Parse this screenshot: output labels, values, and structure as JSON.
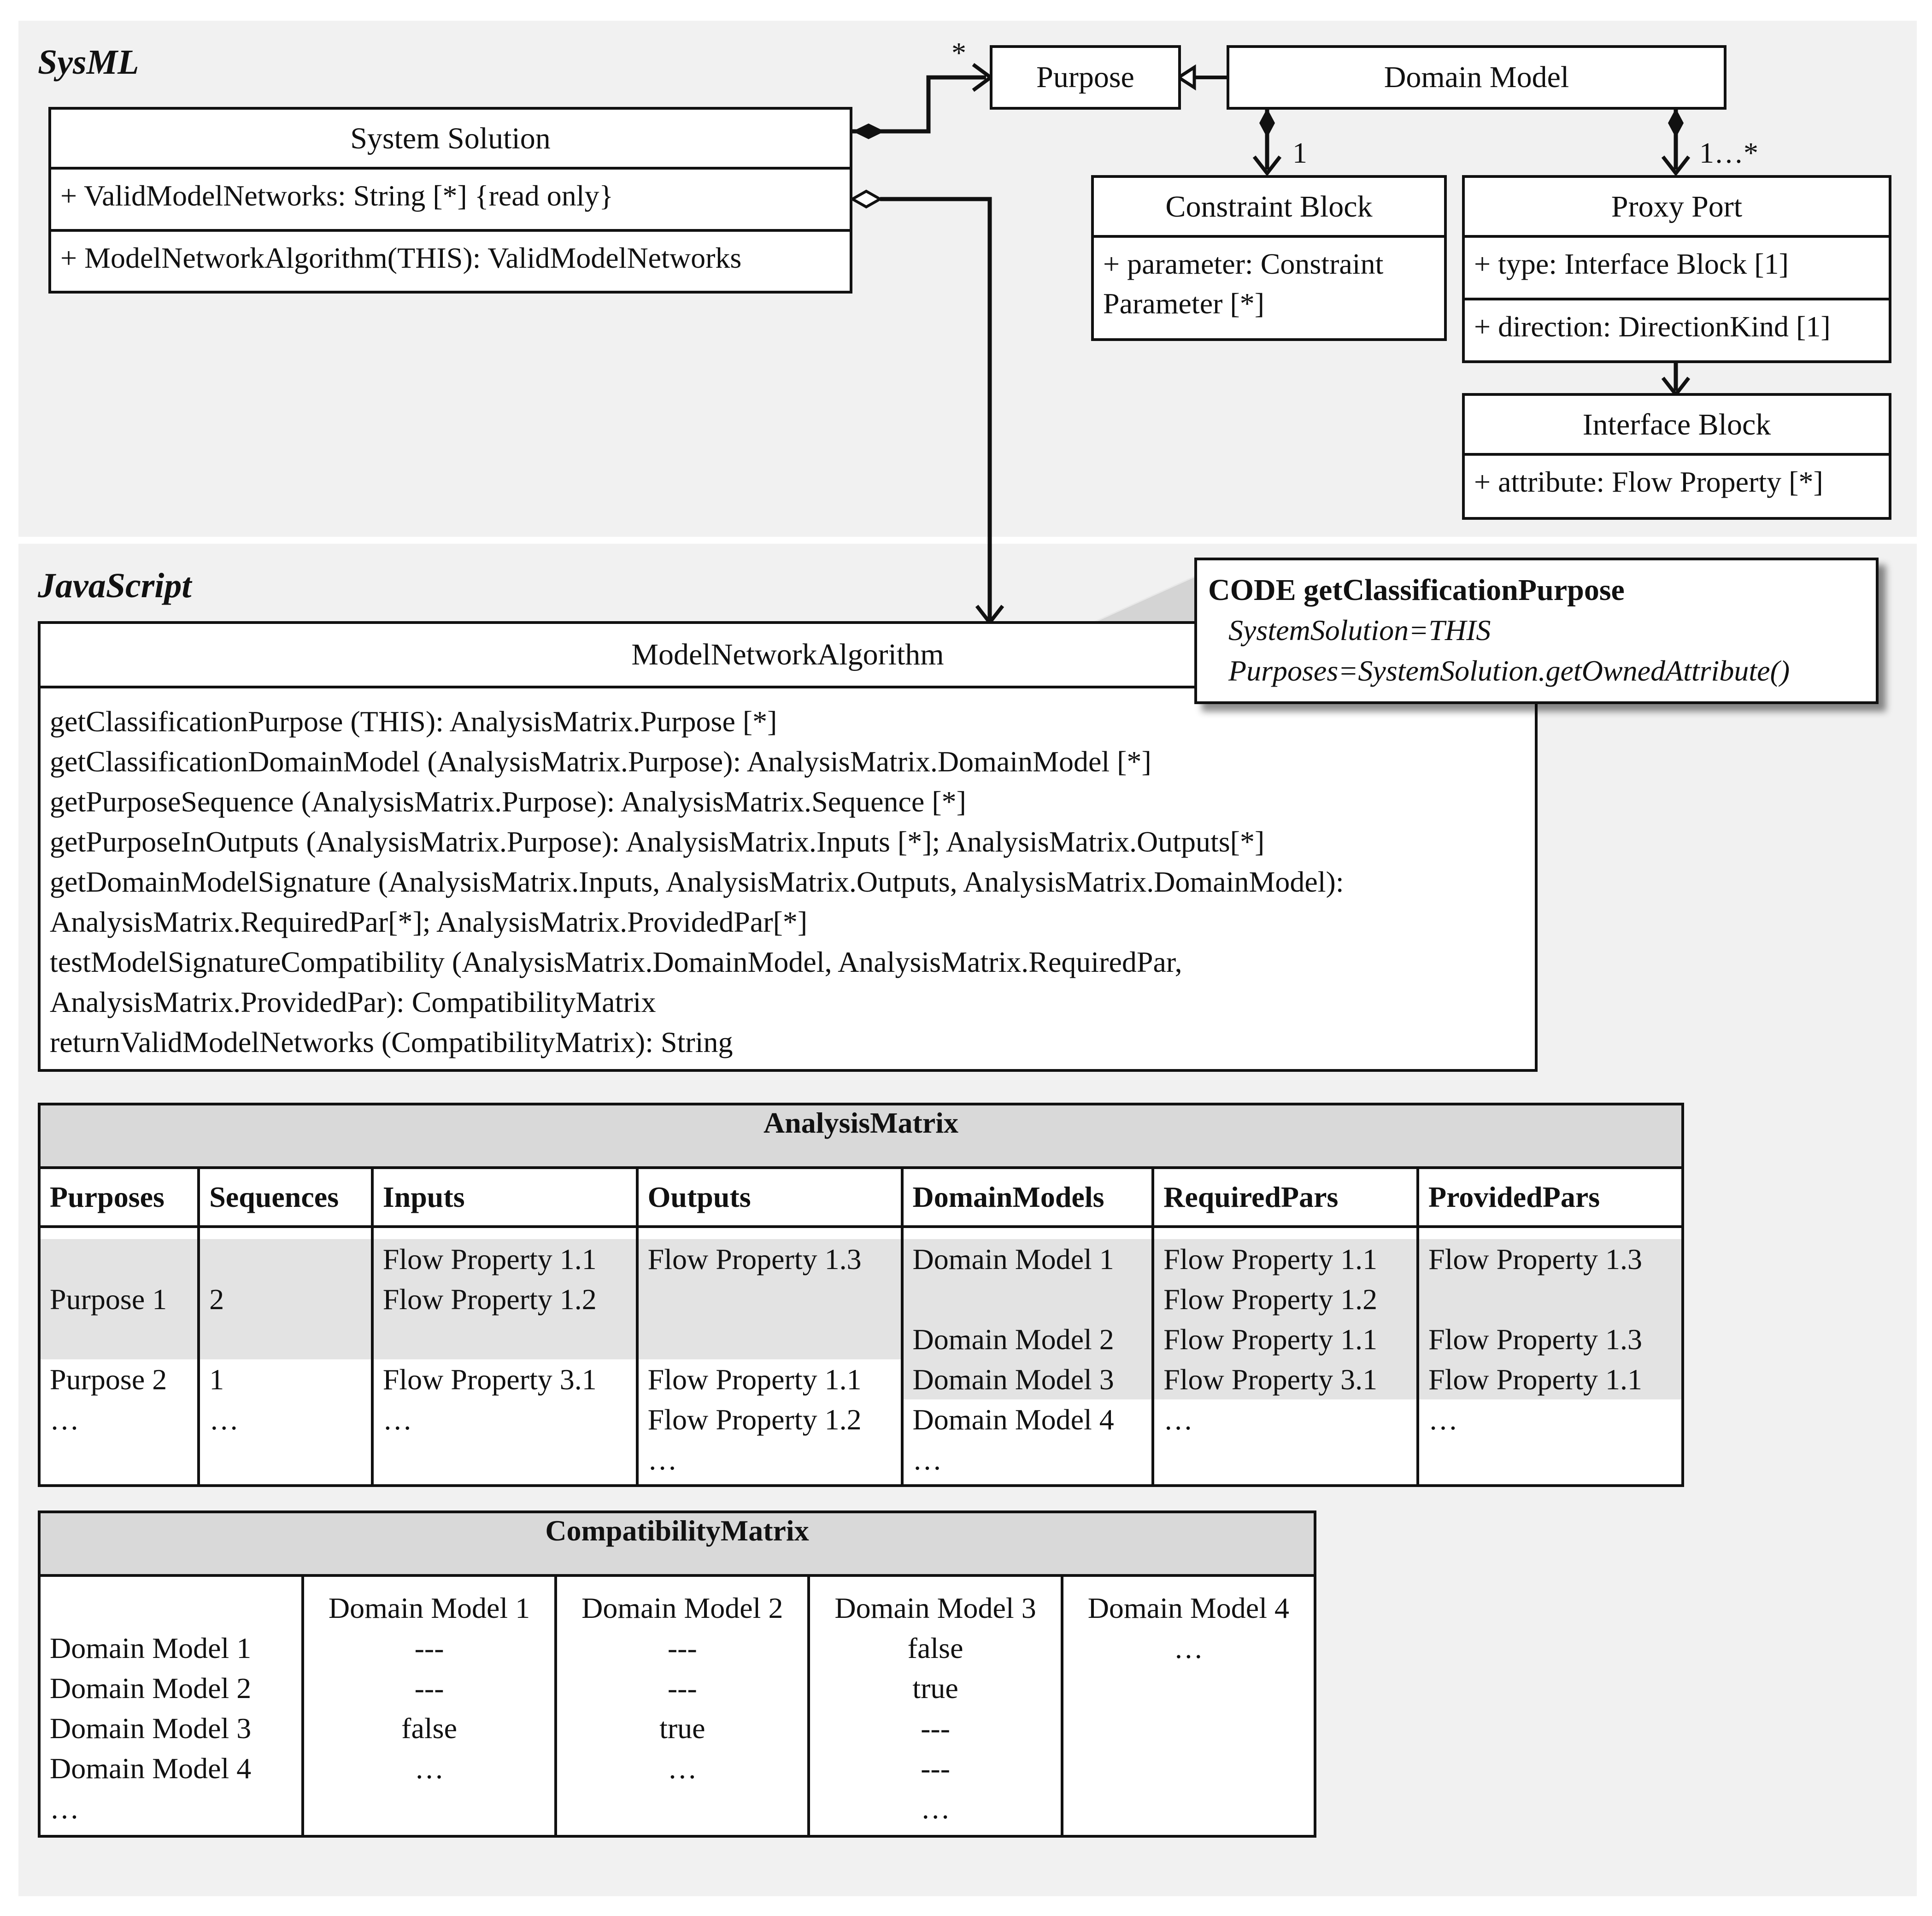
{
  "sections": {
    "sysml": "SysML",
    "javascript": "JavaScript"
  },
  "system_solution": {
    "title": "System Solution",
    "attribute": "+ ValidModelNetworks: String [*] {read only}",
    "operation": "+ ModelNetworkAlgorithm(THIS): ValidModelNetworks"
  },
  "purpose": {
    "title": "Purpose",
    "multiplicity": "*"
  },
  "domain_model": {
    "title": "Domain Model"
  },
  "constraint_block": {
    "title": "Constraint Block",
    "attribute_line1": "+ parameter: Constraint",
    "attribute_line2": "Parameter [*]",
    "multiplicity": "1"
  },
  "proxy_port": {
    "title": "Proxy Port",
    "attribute1": "+ type: Interface Block [1]",
    "attribute2": "+ direction: DirectionKind [1]",
    "multiplicity": "1…*"
  },
  "interface_block": {
    "title": "Interface Block",
    "attribute": "+ attribute: Flow Property [*]"
  },
  "algorithm": {
    "title": "ModelNetworkAlgorithm",
    "lines": [
      "getClassificationPurpose (THIS): AnalysisMatrix.Purpose [*]",
      "getClassificationDomainModel (AnalysisMatrix.Purpose): AnalysisMatrix.DomainModel [*]",
      "getPurposeSequence (AnalysisMatrix.Purpose): AnalysisMatrix.Sequence [*]",
      "getPurposeInOutputs (AnalysisMatrix.Purpose): AnalysisMatrix.Inputs [*]; AnalysisMatrix.Outputs[*]",
      "getDomainModelSignature (AnalysisMatrix.Inputs, AnalysisMatrix.Outputs, AnalysisMatrix.DomainModel):",
      "AnalysisMatrix.RequiredPar[*]; AnalysisMatrix.ProvidedPar[*]",
      "testModelSignatureCompatibility (AnalysisMatrix.DomainModel, AnalysisMatrix.RequiredPar,",
      "AnalysisMatrix.ProvidedPar): CompatibilityMatrix",
      "returnValidModelNetworks (CompatibilityMatrix): String"
    ]
  },
  "code_note": {
    "title": "CODE getClassificationPurpose",
    "line1": "SystemSolution=THIS",
    "line2": "Purposes=SystemSolution.getOwnedAttribute()"
  },
  "analysis_matrix": {
    "title": "AnalysisMatrix",
    "columns": [
      "Purposes",
      "Sequences",
      "Inputs",
      "Outputs",
      "DomainModels",
      "RequiredPars",
      "ProvidedPars"
    ],
    "rows": [
      [
        "",
        "",
        "Flow Property 1.1",
        "Flow Property 1.3",
        "Domain Model 1",
        "Flow Property 1.1",
        "Flow Property 1.3"
      ],
      [
        "Purpose 1",
        "2",
        "Flow Property 1.2",
        "",
        "",
        "Flow Property 1.2",
        ""
      ],
      [
        "",
        "",
        "",
        "",
        "Domain Model 2",
        "Flow Property 1.1",
        "Flow Property 1.3"
      ],
      [
        "Purpose 2",
        "1",
        "Flow Property 3.1",
        "Flow Property 1.1",
        "Domain Model 3",
        "Flow Property 3.1",
        "Flow Property 1.1"
      ],
      [
        "…",
        "…",
        "…",
        "Flow Property 1.2",
        "Domain Model 4",
        "…",
        "…"
      ],
      [
        "",
        "",
        "",
        "…",
        "…",
        "",
        ""
      ]
    ]
  },
  "compatibility_matrix": {
    "title": "CompatibilityMatrix",
    "columns": [
      "",
      "Domain Model 1",
      "Domain Model 2",
      "Domain Model 3",
      "Domain Model 4"
    ],
    "rows": [
      [
        "",
        "Domain Model 1",
        "Domain Model 2",
        "Domain Model 3",
        "Domain Model 4"
      ],
      [
        "Domain Model 1",
        "---",
        "---",
        "false",
        "…"
      ],
      [
        "Domain Model 2",
        "---",
        "---",
        "true",
        ""
      ],
      [
        "Domain Model 3",
        "false",
        "true",
        "---",
        ""
      ],
      [
        "Domain Model 4",
        "…",
        "…",
        "---",
        ""
      ],
      [
        "…",
        "",
        "",
        "…",
        ""
      ]
    ]
  }
}
